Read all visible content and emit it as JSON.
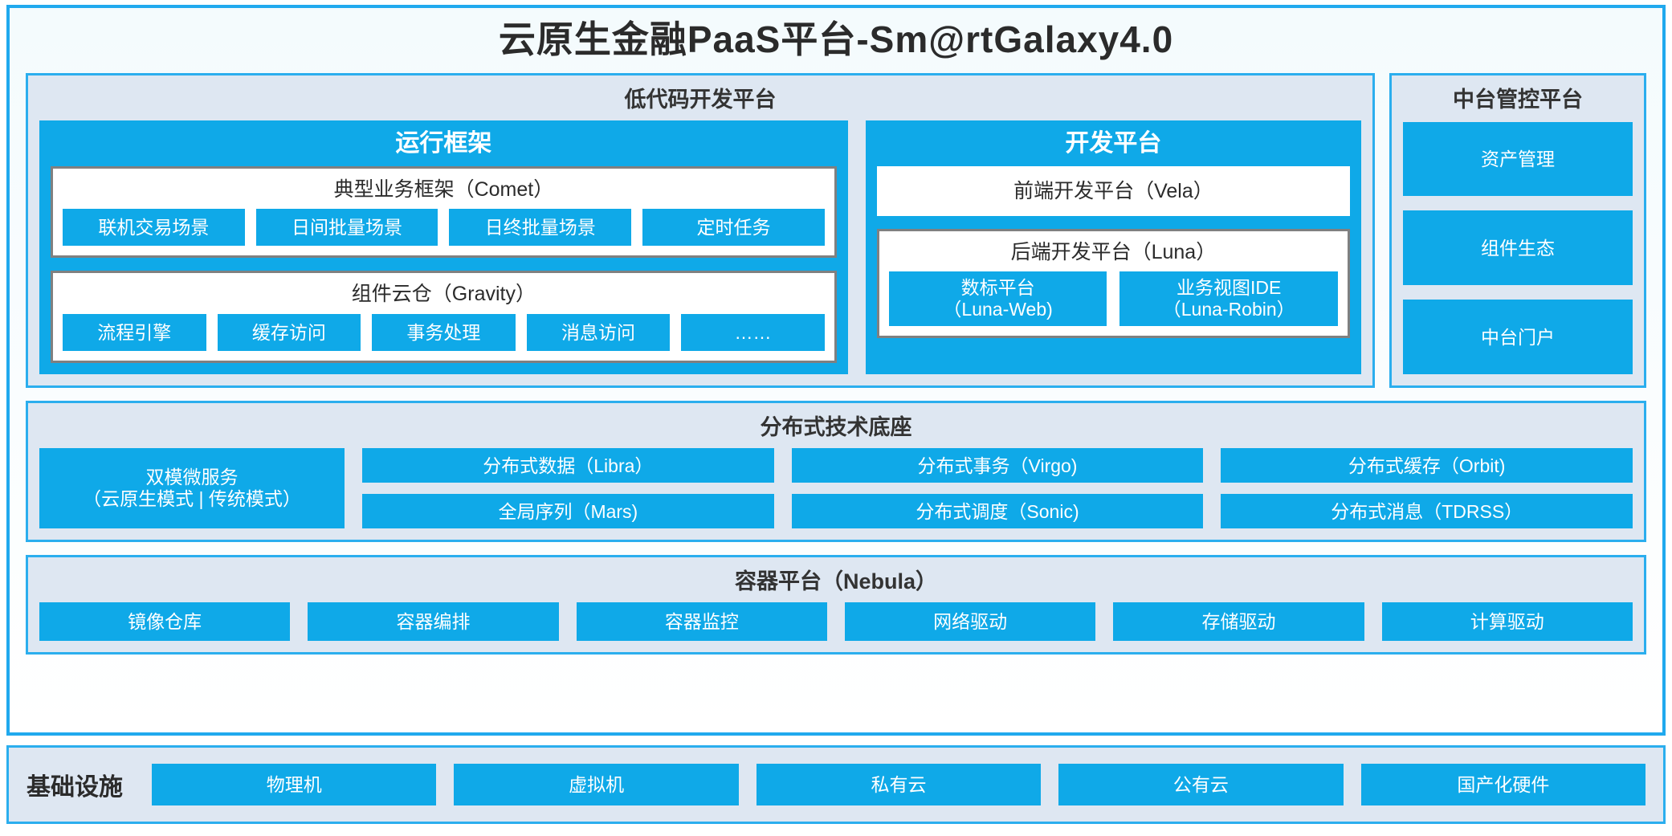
{
  "title": "云原生金融PaaS平台-Sm@rtGalaxy4.0",
  "colors": {
    "accent": "#0FA9E8",
    "frame_border": "#20A9EE",
    "panel_bg": "#DEE7F2",
    "inner_border": "#808080",
    "chip_text": "#FFFFFF",
    "page_bg": "#F4FBFD"
  },
  "lowcode": {
    "title": "低代码开发平台",
    "runtime": {
      "title": "运行框架",
      "comet": {
        "title": "典型业务框架（Comet）",
        "chips": [
          "联机交易场景",
          "日间批量场景",
          "日终批量场景",
          "定时任务"
        ]
      },
      "gravity": {
        "title": "组件云仓（Gravity）",
        "chips": [
          "流程引擎",
          "缓存访问",
          "事务处理",
          "消息访问",
          "……"
        ]
      }
    },
    "devplatform": {
      "title": "开发平台",
      "vela": "前端开发平台（Vela）",
      "luna": {
        "title": "后端开发平台（Luna）",
        "chips": [
          {
            "line1": "数标平台",
            "line2": "（Luna-Web)"
          },
          {
            "line1": "业务视图IDE",
            "line2": "（Luna-Robin）"
          }
        ]
      }
    }
  },
  "midplatform": {
    "title": "中台管控平台",
    "chips": [
      "资产管理",
      "组件生态",
      "中台门户"
    ]
  },
  "distributed": {
    "title": "分布式技术底座",
    "wide_chip": {
      "line1": "双模微服务",
      "line2": "（云原生模式 | 传统模式）"
    },
    "columns": [
      [
        "分布式数据（Libra）",
        "全局序列（Mars)"
      ],
      [
        "分布式事务（Virgo)",
        "分布式调度（Sonic)"
      ],
      [
        "分布式缓存（Orbit)",
        "分布式消息（TDRSS）"
      ]
    ]
  },
  "container": {
    "title": "容器平台（Nebula）",
    "chips": [
      "镜像仓库",
      "容器编排",
      "容器监控",
      "网络驱动",
      "存储驱动",
      "计算驱动"
    ]
  },
  "infrastructure": {
    "label": "基础设施",
    "chips": [
      "物理机",
      "虚拟机",
      "私有云",
      "公有云",
      "国产化硬件"
    ]
  }
}
